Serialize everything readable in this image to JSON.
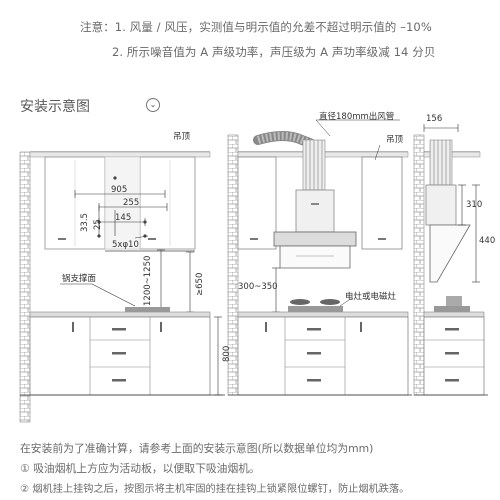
{
  "notes_top": {
    "line1": "注意：1. 风量 / 风压，实测值与明示值的允差不超过明示值的 –10%",
    "line2": "2. 所示噪音值为 A 声级功率，声压级为 A 声功率级减 14 分贝"
  },
  "section": {
    "title": "安装示意图",
    "chevron": "⌄"
  },
  "diagram": {
    "left": {
      "ceiling": "吊顶",
      "w905": "905",
      "w255": "255",
      "w145": "145",
      "h335": "33.5",
      "h25": "25",
      "holes": "5xφ10",
      "range": "1200~1250",
      "gt650": "≥650",
      "pot_support": "锅支撑面",
      "h800": "800"
    },
    "middle": {
      "duct": "直径180mm出风管",
      "ceiling": "吊顶",
      "gap": "300~350",
      "stove": "电灶或电磁灶"
    },
    "right": {
      "w156": "156",
      "h310": "310",
      "h440": "440"
    }
  },
  "notes_bottom": {
    "line1": "在安装前为了准确计算，请参考上面的安装示意图(所以数据单位均为mm)",
    "line2": "① 吸油烟机上方应为活动板，以便取下吸油烟机。",
    "line3": "② 烟机挂上挂钩之后，按图示将主机牢固的挂在挂钩上锁紧限位螺钉，防止烟机跌落。"
  }
}
